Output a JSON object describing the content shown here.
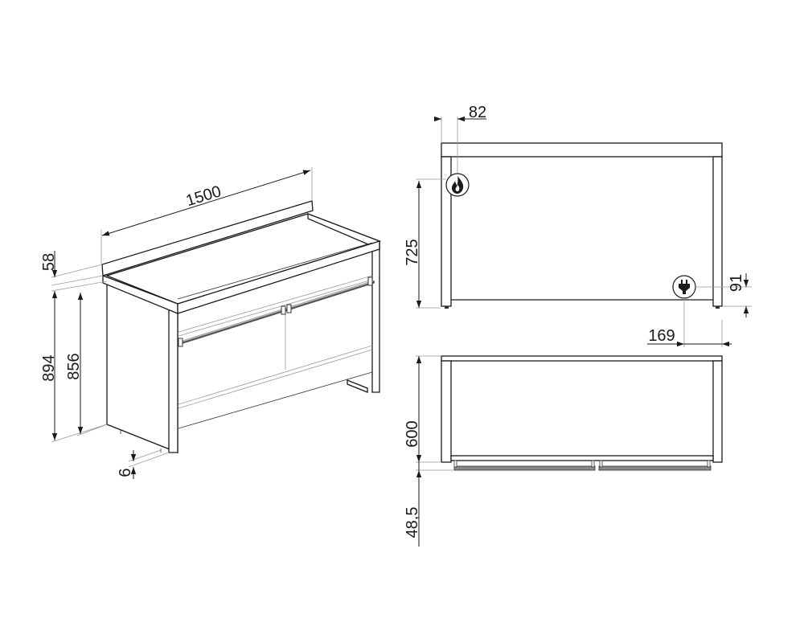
{
  "title": "Range cooker dimension drawing (mm)",
  "iso_view": {
    "width": "1500",
    "upstand_height": "58",
    "total_height": "894",
    "body_height": "856",
    "foot_height": "6"
  },
  "front_view": {
    "gas_offset_x": "82",
    "gas_height": "725",
    "electric_height": "91",
    "electric_offset_x": "169",
    "gas_icon": "flame-icon",
    "electric_icon": "plug-icon"
  },
  "top_view": {
    "depth": "600",
    "handle_depth": "48,5"
  }
}
